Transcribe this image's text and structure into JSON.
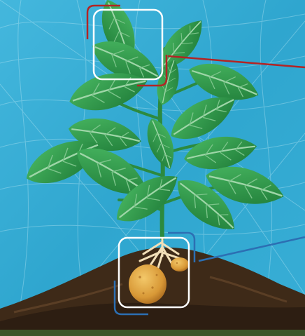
{
  "colors": {
    "sky": "#2fa6cf",
    "sky_light": "#5cc6e6",
    "mesh": "#bfe9f5",
    "leaf_dark": "#1f7a38",
    "leaf_mid": "#2f9a4a",
    "leaf_light": "#43b25b",
    "vein": "#9fd6a8",
    "stem": "#2c8a3f",
    "soil_dark": "#2d1e12",
    "soil_mid": "#3e2a18",
    "soil_light": "#4d3520",
    "tuber": "#d79a34",
    "tuber_light": "#f0c05a",
    "roots": "#f2dfb8",
    "frame": "#ffffff",
    "callout_red": "#b32424",
    "callout_blue": "#2c6fb3"
  },
  "callouts": [
    {
      "id": "leaves",
      "target": "leaves",
      "color": "callout_red"
    },
    {
      "id": "tuber",
      "target": "tuber",
      "color": "callout_blue"
    }
  ]
}
